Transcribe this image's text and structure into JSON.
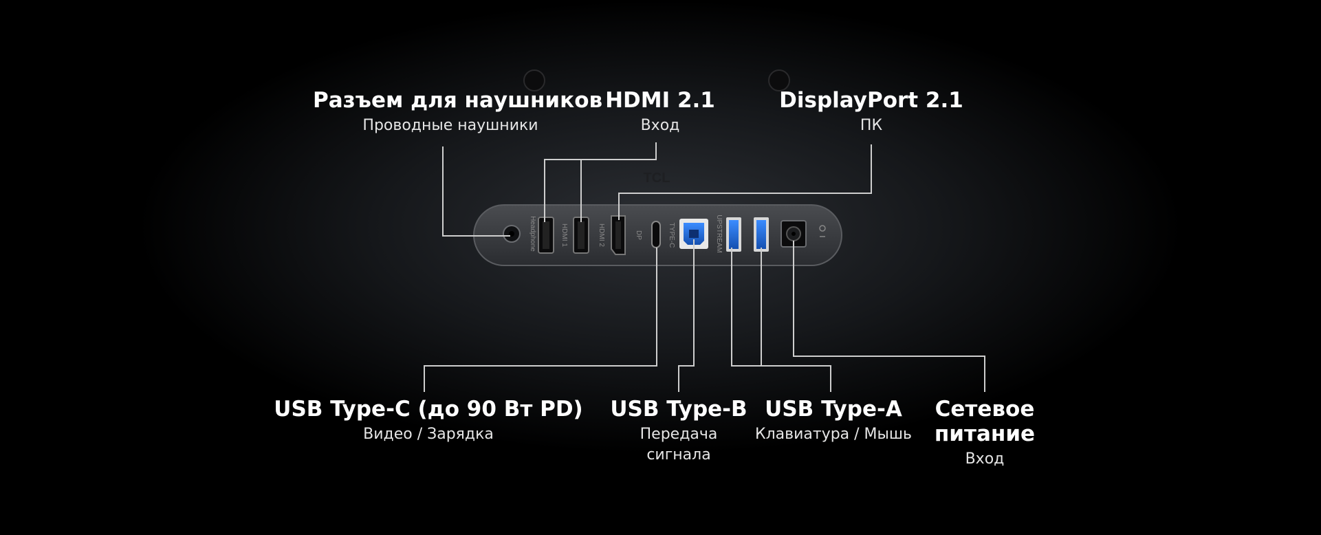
{
  "brand": "TCL",
  "colors": {
    "background": "#000000",
    "text": "#ffffff",
    "subtext": "#e6e6e6",
    "leader_line": "#cfcfcf",
    "panel": "#3a3c40",
    "port_blue": "#1f6fd6"
  },
  "port_labels": {
    "headphone": "Headphone",
    "hdmi1": "HDMI 1",
    "hdmi2": "HDMI 2",
    "dp": "DP",
    "typec": "TYPE-C",
    "upstream": "UPSTREAM"
  },
  "callouts": {
    "headphone": {
      "title": "Разъем для наушников",
      "sub": "Проводные наушники"
    },
    "hdmi": {
      "title": "HDMI 2.1",
      "sub": "Вход"
    },
    "displayport": {
      "title": "DisplayPort 2.1",
      "sub": "ПК"
    },
    "usb_c": {
      "title": "USB Type-C (до 90 Вт PD)",
      "sub": "Видео / Зарядка"
    },
    "usb_b": {
      "title": "USB Type-B",
      "sub": "Передача\nсигнала"
    },
    "usb_a": {
      "title": "USB Type-A",
      "sub": "Клавиатура / Мышь"
    },
    "power": {
      "title": "Сетевое\nпитание",
      "sub": "Вход"
    }
  }
}
